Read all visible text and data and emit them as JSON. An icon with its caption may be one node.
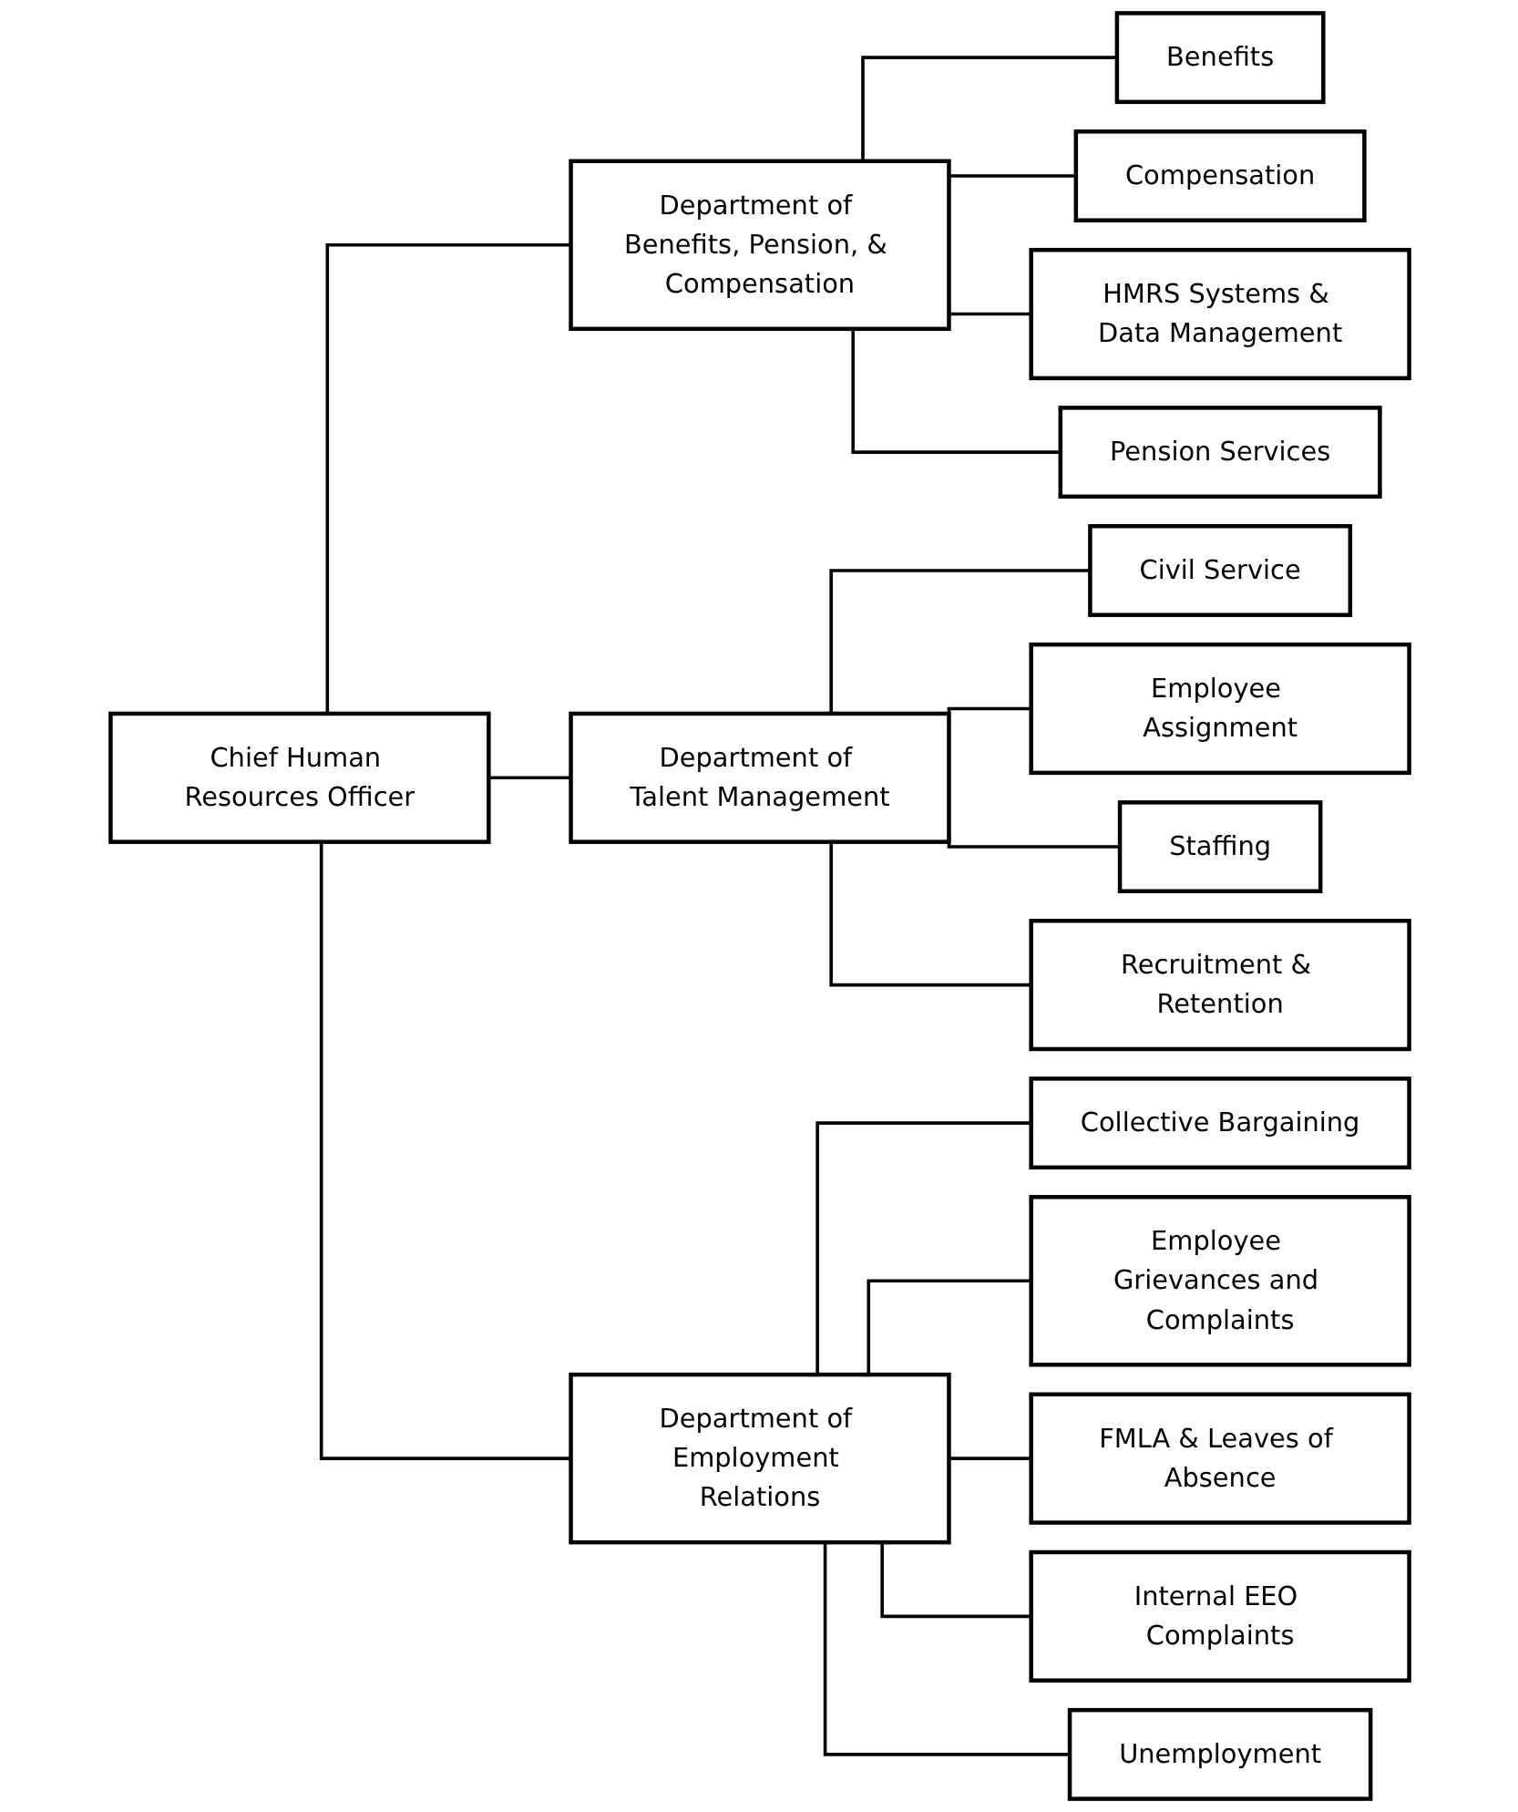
{
  "diagram": {
    "nodes": [
      {
        "text": [
          "Chief Human Resources Officer"
        ]
      },
      {
        "text": [
          "Department of Benefits, Pension, & Compensation"
        ]
      },
      {
        "text": [
          "Department of Talent Management"
        ]
      },
      {
        "text": [
          "Department of Employment Relations"
        ]
      },
      {
        "text": [
          "Benefits"
        ]
      },
      {
        "text": [
          "Compensation"
        ]
      },
      {
        "text": [
          "HMRS Systems & Data Management"
        ]
      },
      {
        "text": [
          "Pension Services"
        ]
      },
      {
        "text": [
          "Civil Service"
        ]
      },
      {
        "text": [
          "Employee Assignment"
        ]
      },
      {
        "text": [
          "Staffing"
        ]
      },
      {
        "text": [
          "Recruitment & Retention"
        ]
      },
      {
        "text": [
          "Collective Bargaining"
        ]
      },
      {
        "text": [
          "Employee Grievances and Complaints"
        ]
      },
      {
        "text": [
          "FMLA & Leaves of Absence"
        ]
      },
      {
        "text": [
          "Internal EEO Complaints"
        ]
      },
      {
        "text": [
          "Unemployment"
        ]
      }
    ],
    "edges": [
      {
        "from": 0,
        "to": 1,
        "arrow": "none"
      },
      {
        "from": 0,
        "to": 2,
        "arrow": "none"
      },
      {
        "from": 0,
        "to": 3,
        "arrow": "none"
      },
      {
        "from": 1,
        "to": 4,
        "arrow": "none"
      },
      {
        "from": 1,
        "to": 5,
        "arrow": "none"
      },
      {
        "from": 1,
        "to": 6,
        "arrow": "none"
      },
      {
        "from": 1,
        "to": 7,
        "arrow": "none"
      },
      {
        "from": 2,
        "to": 8,
        "arrow": "none"
      },
      {
        "from": 2,
        "to": 9,
        "arrow": "none"
      },
      {
        "from": 2,
        "to": 10,
        "arrow": "none"
      },
      {
        "from": 2,
        "to": 11,
        "arrow": "none"
      },
      {
        "from": 3,
        "to": 12,
        "arrow": "none"
      },
      {
        "from": 3,
        "to": 13,
        "arrow": "none"
      },
      {
        "from": 3,
        "to": 14,
        "arrow": "none"
      },
      {
        "from": 3,
        "to": 15,
        "arrow": "none"
      },
      {
        "from": 3,
        "to": 16,
        "arrow": "none"
      }
    ]
  }
}
